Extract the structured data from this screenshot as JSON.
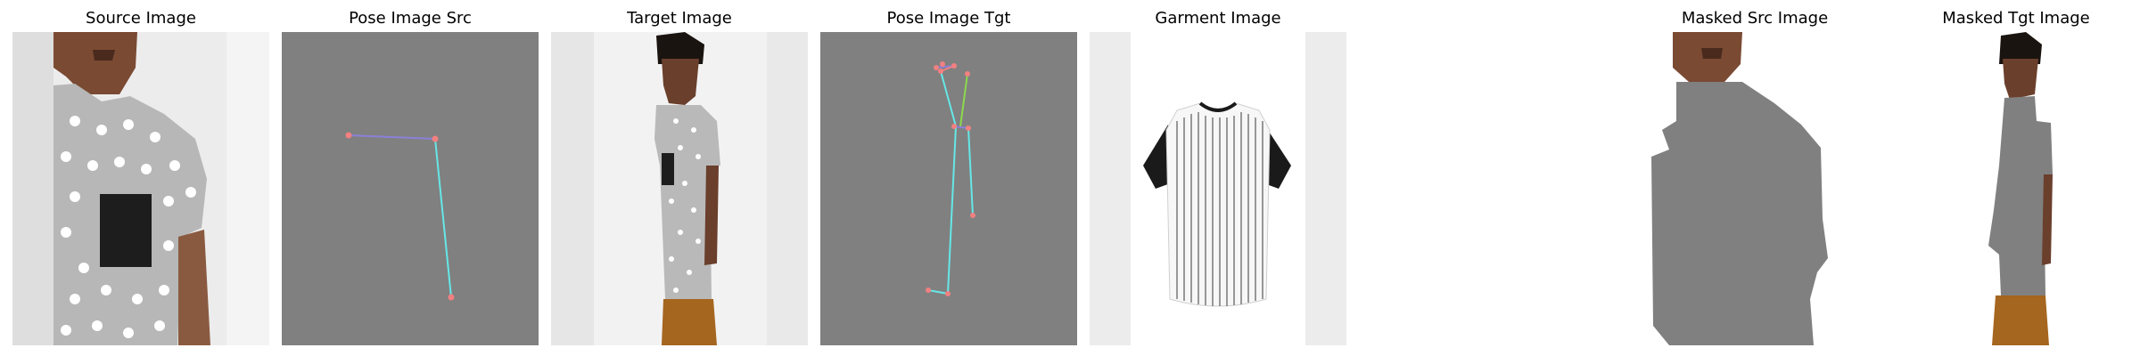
{
  "figure": {
    "panels": [
      {
        "id": "source",
        "title": "Source Image"
      },
      {
        "id": "pose_src",
        "title": "Pose Image Src"
      },
      {
        "id": "target",
        "title": "Target Image"
      },
      {
        "id": "pose_tgt",
        "title": "Pose Image Tgt"
      },
      {
        "id": "garment",
        "title": "Garment Image"
      },
      {
        "id": "masked_src",
        "title": "Masked Src Image"
      },
      {
        "id": "masked_tgt",
        "title": "Masked Tgt Image"
      }
    ]
  },
  "colors": {
    "pose_background": "#808080",
    "keypoint": "#f28080",
    "limb_cyan": "#66e6e6",
    "limb_violet": "#8a80d9",
    "limb_green": "#8cd94d",
    "mask_gray": "#808080"
  }
}
